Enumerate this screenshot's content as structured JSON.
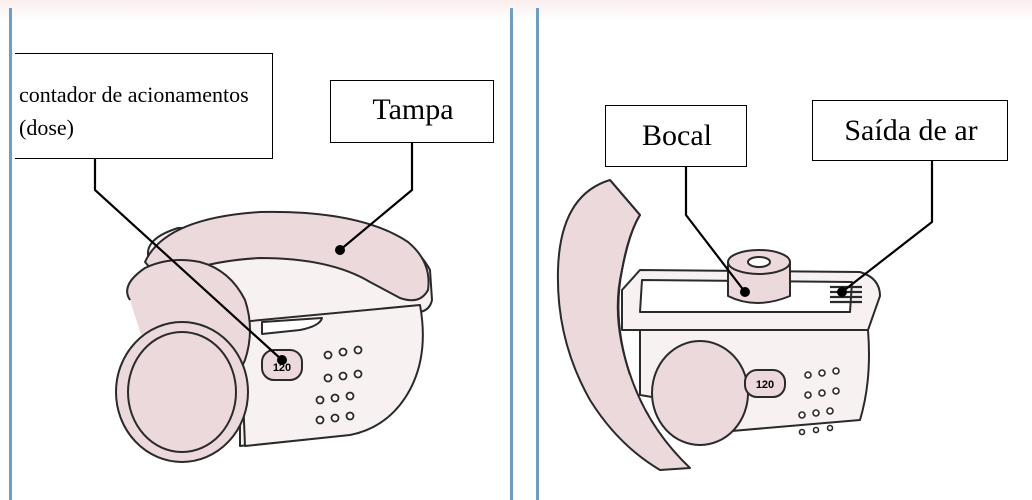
{
  "left_panel": {
    "dose_counter_label": "contador de acionamentos (dose)",
    "cap_label": "Tampa",
    "counter_display": "120"
  },
  "right_panel": {
    "mouthpiece_label": "Bocal",
    "air_outlet_label": "Saída de ar",
    "counter_display": "120"
  },
  "colors": {
    "device_fill": "#ecd9dc",
    "outline": "#2a2a2a",
    "divider": "#6f9ec4"
  }
}
